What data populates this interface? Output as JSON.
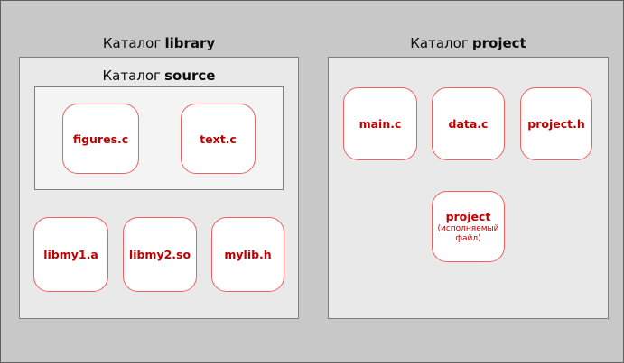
{
  "library": {
    "title": {
      "prefix": "Каталог",
      "name": "library"
    },
    "source": {
      "title": {
        "prefix": "Каталог",
        "name": "source"
      },
      "files": [
        {
          "label": "figures.c"
        },
        {
          "label": "text.c"
        }
      ]
    },
    "files": [
      {
        "label": "libmy1.a"
      },
      {
        "label": "libmy2.so"
      },
      {
        "label": "mylib.h"
      }
    ]
  },
  "project": {
    "title": {
      "prefix": "Каталог",
      "name": "project"
    },
    "files": [
      {
        "label": "main.c"
      },
      {
        "label": "data.c"
      },
      {
        "label": "project.h"
      }
    ],
    "executable": {
      "label": "project",
      "note": "(исполняемый файл)"
    }
  },
  "colors": {
    "canvas_bg": "#c8c8c8",
    "canvas_border": "#5f5f5f",
    "folder_bg": "#e9e9e9",
    "folder_border": "#7f7f7f",
    "source_bg": "#f4f4f4",
    "file_bg": "#ffffff",
    "file_border": "#f25f5f",
    "file_text": "#c00000"
  }
}
